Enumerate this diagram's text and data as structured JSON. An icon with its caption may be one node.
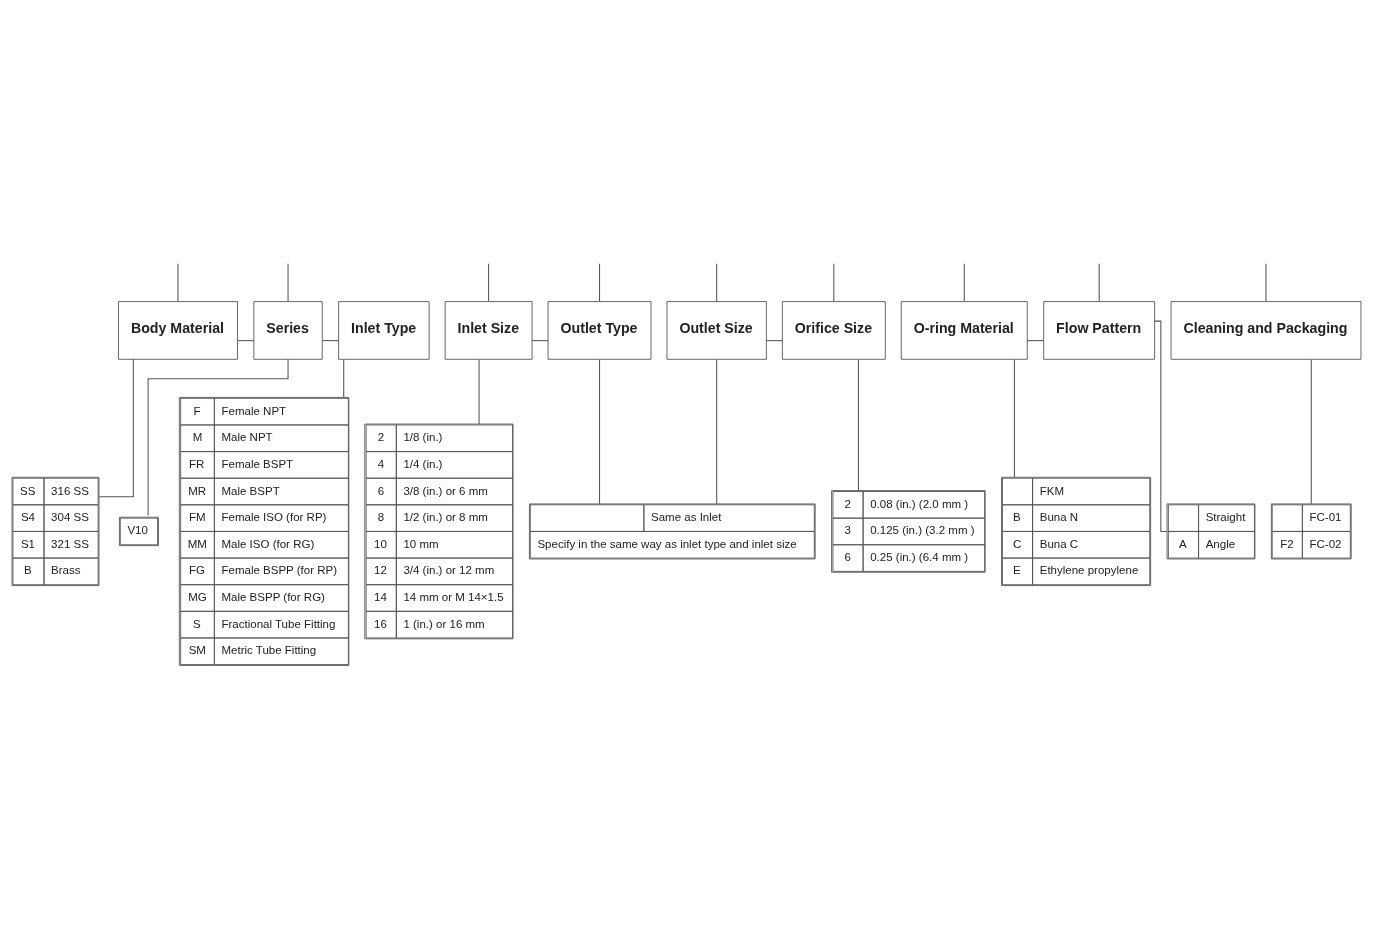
{
  "diagram": {
    "nodes": [
      {
        "text": [
          "Body Material"
        ]
      },
      {
        "text": [
          "Series"
        ]
      },
      {
        "text": [
          "Inlet Type"
        ]
      },
      {
        "text": [
          "Inlet Size"
        ]
      },
      {
        "text": [
          "Outlet Type"
        ]
      },
      {
        "text": [
          "Outlet Size"
        ]
      },
      {
        "text": [
          "Orifice Size"
        ]
      },
      {
        "text": [
          "O-ring Material"
        ]
      },
      {
        "text": [
          "Flow Pattern"
        ]
      },
      {
        "text": [
          "Cleaning and Packaging"
        ]
      },
      {
        "text": [
          "SS",
          "316 SS",
          "S4",
          "304 SS",
          "S1",
          "321 SS",
          "B",
          "Brass"
        ]
      },
      {
        "text": [
          "V10"
        ]
      },
      {
        "text": [
          "F",
          "Female NPT",
          "M",
          "Male NPT",
          "FR",
          "Female BSPT",
          "MR",
          "Male BSPT",
          "FM",
          "Female ISO (for RP)",
          "MM",
          "Male ISO (for RG)",
          "FG",
          "Female BSPP (for RP)",
          "MG",
          "Male BSPP (for RG)",
          "S",
          "Fractional Tube Fitting",
          "SM",
          "Metric Tube Fitting"
        ]
      },
      {
        "text": [
          "2",
          "1/8 (in.)",
          "4",
          "1/4 (in.)",
          "6",
          "3/8 (in.) or 6 mm",
          "8",
          "1/2 (in.) or 8 mm",
          "10",
          "10 mm",
          "12",
          "3/4 (in.) or 12 mm",
          "14",
          "14 mm or M 14×1.5",
          "16",
          "1 (in.) or 16 mm"
        ]
      },
      {
        "text": [
          "Same as Inlet",
          "Specify in the same way as inlet type and inlet size"
        ]
      },
      {
        "text": [
          "2",
          "0.08 (in.) (2.0 mm )",
          "3",
          "0.125 (in.) (3.2 mm )",
          "6",
          "0.25 (in.) (6.4 mm )"
        ]
      },
      {
        "text": [
          "FKM",
          "B",
          "Buna N",
          "C",
          "Buna C",
          "E",
          "Ethylene propylene"
        ]
      },
      {
        "text": [
          "Straight",
          "A",
          "Angle"
        ]
      },
      {
        "text": [
          "FC-01",
          "F2",
          "FC-02"
        ]
      }
    ],
    "edges": [
      {
        "from": null,
        "to": 0,
        "arrow": "none"
      },
      {
        "from": null,
        "to": 1,
        "arrow": "none"
      },
      {
        "from": null,
        "to": 3,
        "arrow": "none"
      },
      {
        "from": null,
        "to": 4,
        "arrow": "none"
      },
      {
        "from": null,
        "to": 5,
        "arrow": "none"
      },
      {
        "from": null,
        "to": 6,
        "arrow": "none"
      },
      {
        "from": null,
        "to": 7,
        "arrow": "none"
      },
      {
        "from": null,
        "to": 8,
        "arrow": "none"
      },
      {
        "from": null,
        "to": 9,
        "arrow": "none"
      },
      {
        "from": 0,
        "to": 1,
        "arrow": "none"
      },
      {
        "from": 1,
        "to": 2,
        "arrow": "none"
      },
      {
        "from": 3,
        "to": 4,
        "arrow": "none"
      },
      {
        "from": 5,
        "to": 6,
        "arrow": "none"
      },
      {
        "from": 7,
        "to": 8,
        "arrow": "none"
      },
      {
        "from": 0,
        "to": 10,
        "arrow": "none"
      },
      {
        "from": 1,
        "to": 11,
        "arrow": "none"
      },
      {
        "from": 2,
        "to": 12,
        "arrow": "none"
      },
      {
        "from": 3,
        "to": 13,
        "arrow": "none"
      },
      {
        "from": 4,
        "to": 14,
        "arrow": "none"
      },
      {
        "from": 5,
        "to": 14,
        "arrow": "none"
      },
      {
        "from": 6,
        "to": 15,
        "arrow": "none"
      },
      {
        "from": 7,
        "to": 16,
        "arrow": "none"
      },
      {
        "from": 8,
        "to": 17,
        "arrow": "none"
      },
      {
        "from": 9,
        "to": 18,
        "arrow": "none"
      }
    ]
  }
}
